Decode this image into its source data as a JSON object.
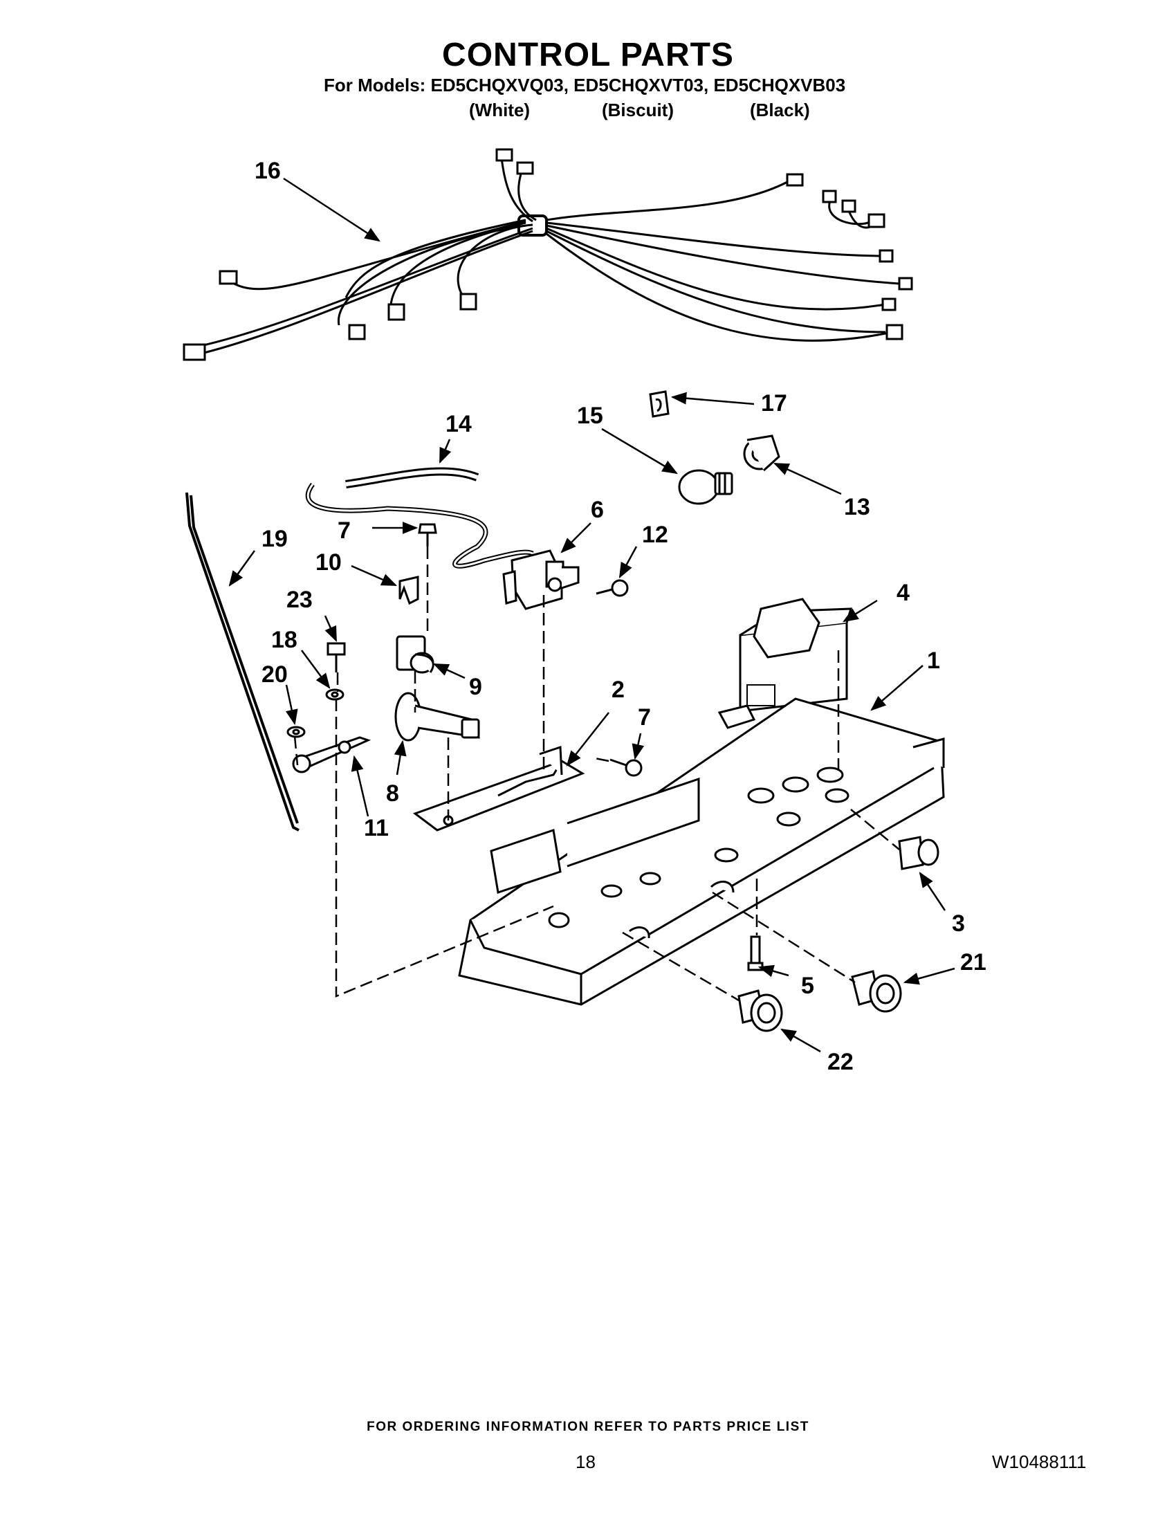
{
  "header": {
    "title": "CONTROL PARTS",
    "models_line": "For Models: ED5CHQXVQ03, ED5CHQXVT03, ED5CHQXVB03",
    "colors": [
      "(White)",
      "(Biscuit)",
      "(Black)"
    ]
  },
  "callouts": {
    "c1": "1",
    "c2": "2",
    "c3": "3",
    "c4": "4",
    "c5": "5",
    "c6": "6",
    "c7a": "7",
    "c7b": "7",
    "c8": "8",
    "c9": "9",
    "c10": "10",
    "c11": "11",
    "c12": "12",
    "c13": "13",
    "c14": "14",
    "c15": "15",
    "c16": "16",
    "c17": "17",
    "c18": "18",
    "c19": "19",
    "c20": "20",
    "c21": "21",
    "c22": "22",
    "c23": "23"
  },
  "footer": {
    "note": "FOR ORDERING INFORMATION REFER TO PARTS PRICE LIST",
    "page_number": "18",
    "doc_id": "W10488111"
  }
}
